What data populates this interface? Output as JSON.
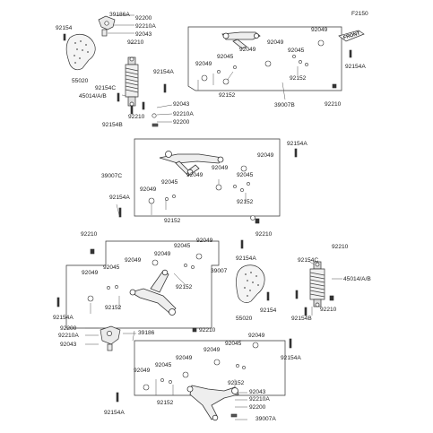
{
  "diagram_code": "F2150",
  "front_marker": "FRONT",
  "labels": {
    "p39186a": "39186A",
    "p92200_t": "92200",
    "p92210a_t": "92210A",
    "p92043_t": "92043",
    "p92154_tl": "92154",
    "p92210_t1": "92210",
    "p55020_t": "55020",
    "p92154c_t": "92154C",
    "p45014_t": "45014/A/B",
    "p92210_t2": "92210",
    "p92154b_t": "92154B",
    "p92154a_t1": "92154A",
    "p92043_m": "92043",
    "p92210a_m": "92210A",
    "p92200_m": "92200",
    "b1_92049a": "92049",
    "b1_92049b": "92049",
    "b1_92049c": "92049",
    "b1_92049d": "92049",
    "b1_92045": "92045",
    "b1_92045b": "92045",
    "b1_92152a": "92152",
    "b1_92152b": "92152",
    "b1_39007b": "39007B",
    "b1_92154a": "92154A",
    "b1_92210": "92210",
    "b2_92154a_r": "92154A",
    "b2_39007c": "39007C",
    "b2_92049a": "92049",
    "b2_92049b": "92049",
    "b2_92049c": "92049",
    "b2_92049d": "92049",
    "b2_92045a": "92045",
    "b2_92045b": "92045",
    "b2_92152a": "92152",
    "b2_92152b": "92152",
    "b2_92154a_l": "92154A",
    "b3_92210_l": "92210",
    "b3_92210_m": "92210",
    "b3_92154a": "92154A",
    "b3_92045a": "92045",
    "b3_92049a": "92049",
    "b3_92049b": "92049",
    "b3_92049c": "92049",
    "b3_92049d": "92049",
    "b3_92045b": "92045",
    "b3_92152a": "92152",
    "b3_92152b": "92152",
    "b3_39007": "39007",
    "b3_92154a_l": "92154A",
    "r_92210_a": "92210",
    "r_92154c": "92154C",
    "r_45014": "45014/A/B",
    "r_92154b": "92154B",
    "r_92210_b": "92210",
    "r_55020": "55020",
    "r_92154": "92154",
    "bl_92200": "92200",
    "bl_92210a": "92210A",
    "bl_92043": "92043",
    "bl_39186": "39186",
    "b4_92210": "92210",
    "b4_92049a": "92049",
    "b4_92045a": "92045",
    "b4_92049b": "92049",
    "b4_92049c": "92049",
    "b4_92049d": "92049",
    "b4_92045b": "92045",
    "b4_92152a": "92152",
    "b4_92152b": "92152",
    "b4_92043": "92043",
    "b4_92210a": "92210A",
    "b4_92200": "92200",
    "b4_39007a": "39007A",
    "b4_92154a_l": "92154A",
    "b4_92154a_r": "92154A"
  }
}
